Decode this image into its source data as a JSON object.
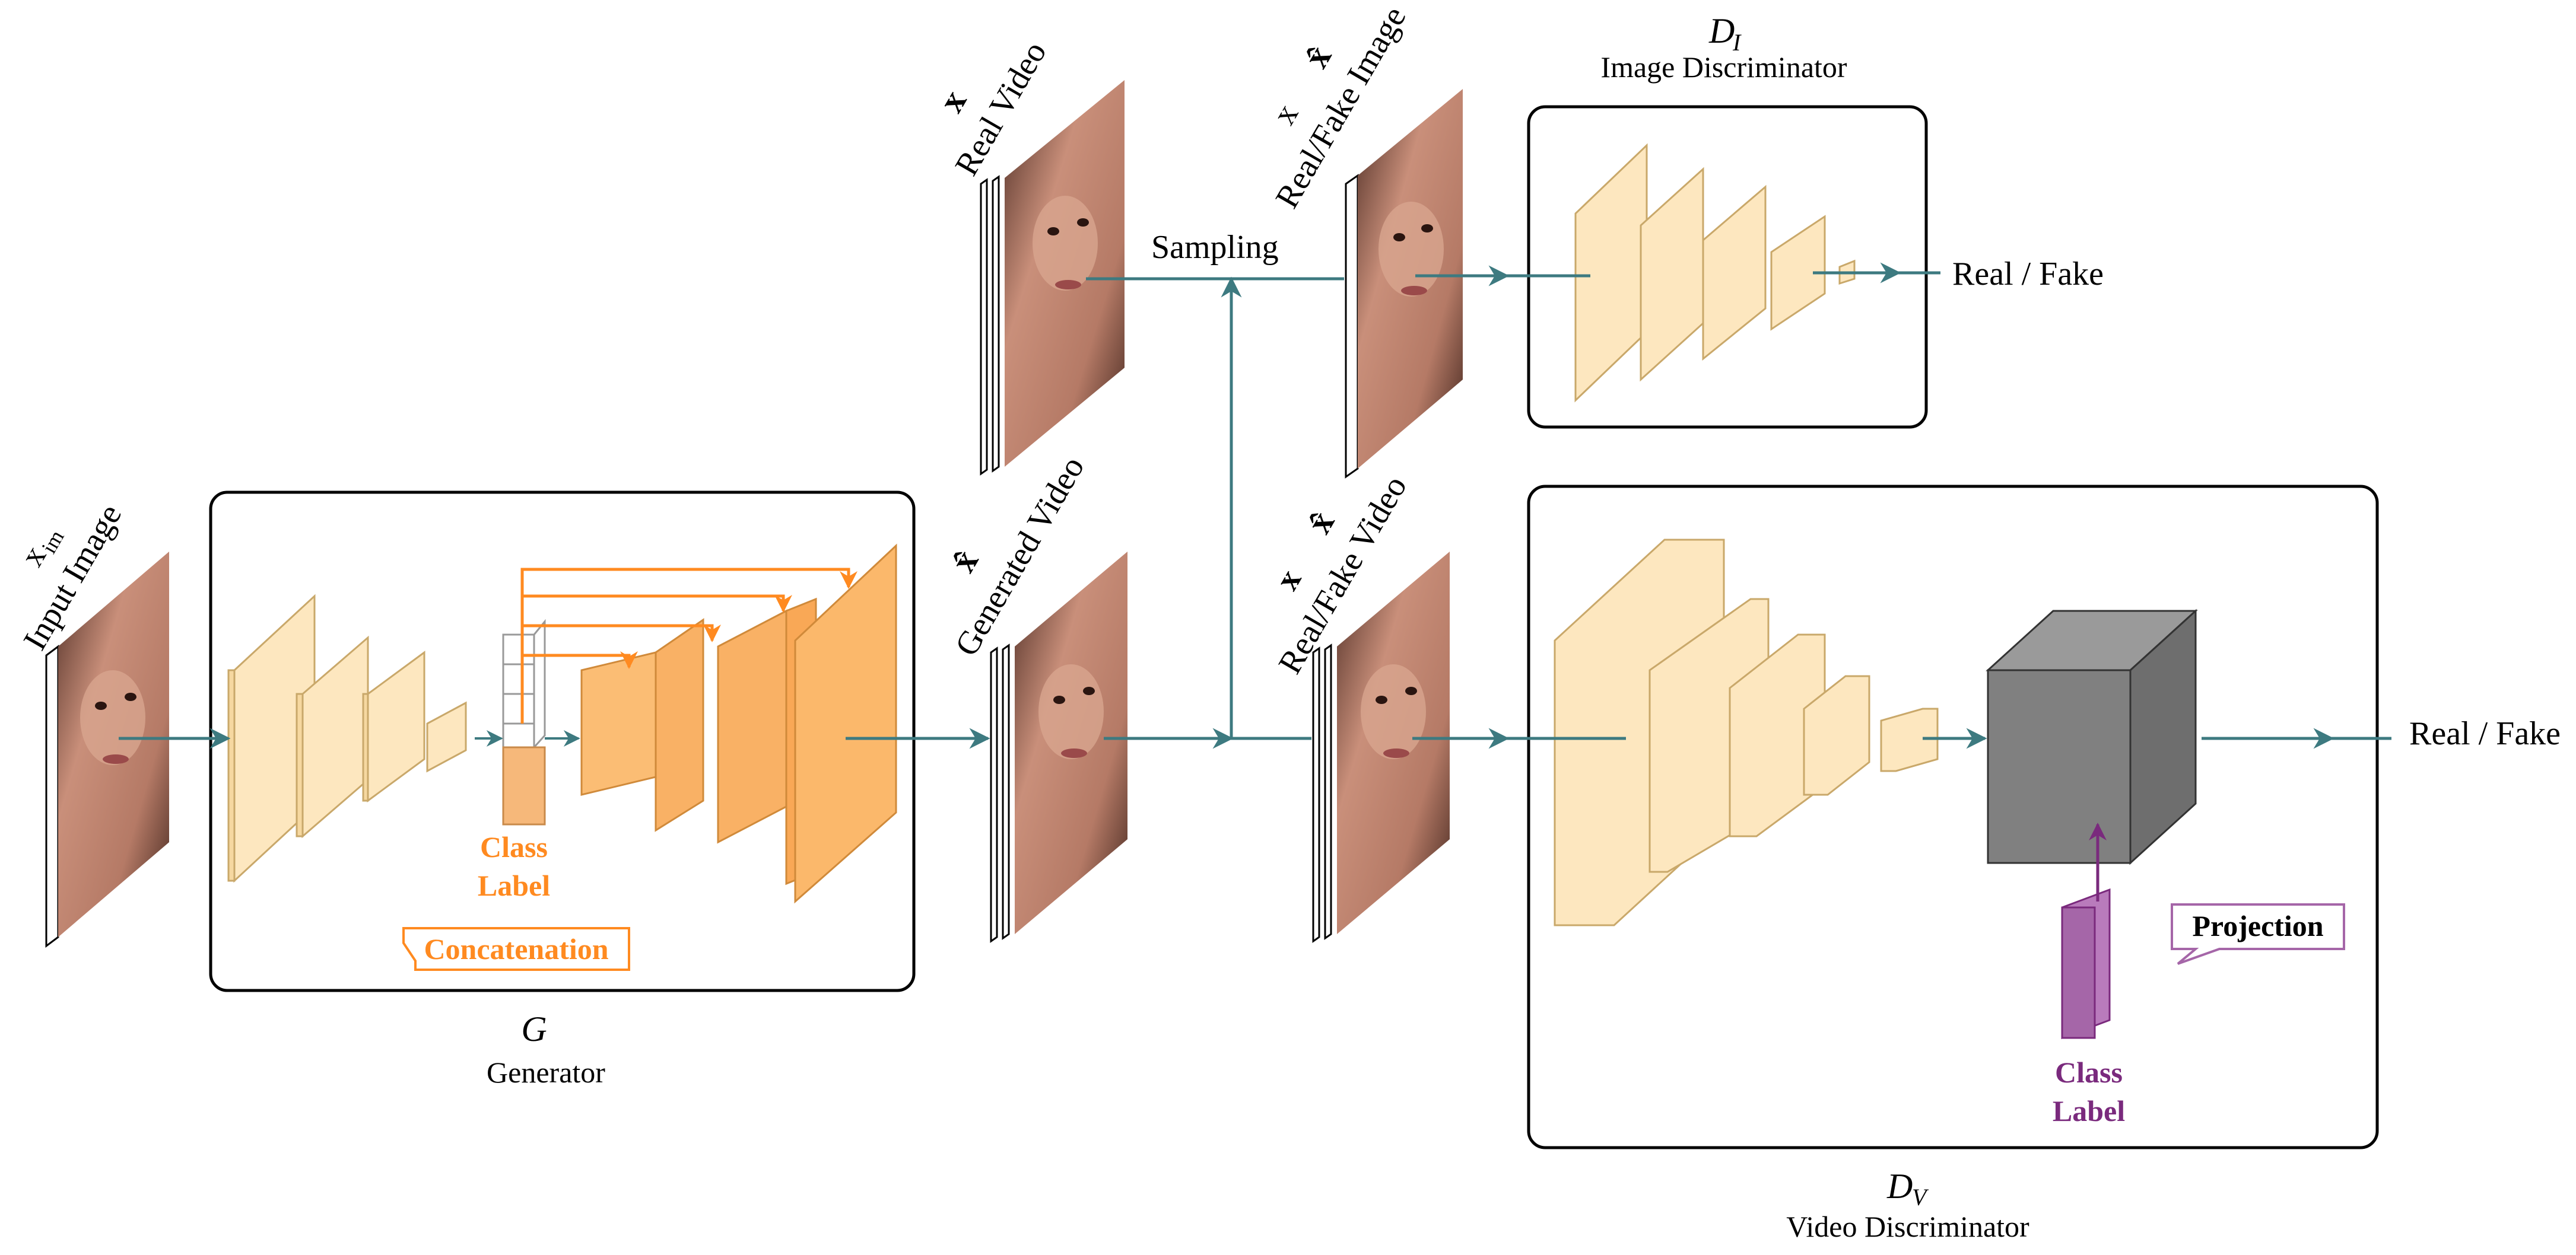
{
  "generator": {
    "symbol": "G",
    "name": "Generator"
  },
  "image_discriminator": {
    "symbol": "D",
    "subscript": "I",
    "name": "Image Discriminator",
    "output": "Real / Fake"
  },
  "video_discriminator": {
    "symbol": "D",
    "subscript": "V",
    "name": "Video Discriminator",
    "output": "Real / Fake"
  },
  "input_image": {
    "label": "Input Image",
    "symbol": "x",
    "subscript": "im"
  },
  "generated_video": {
    "label": "Generated Video",
    "symbol": "x̂"
  },
  "real_video": {
    "label": "Real Video",
    "symbol": "x"
  },
  "real_fake_image": {
    "label": "Real/Fake Image",
    "symbol_real": "x",
    "symbol_fake": "x̂"
  },
  "real_fake_video": {
    "label": "Real/Fake Video",
    "symbol_real": "x",
    "symbol_fake": "x̂"
  },
  "sampling": "Sampling",
  "gen_class_label": {
    "line1": "Class",
    "line2": "Label"
  },
  "concatenation": "Concatenation",
  "projection": "Projection",
  "vd_class_label": {
    "line1": "Class",
    "line2": "Label"
  },
  "colors": {
    "arrow": "#3d7a80",
    "layer_light": "#fde7bf",
    "layer_orange": "#fbb86b",
    "concat_arrow": "#ff8a20",
    "purple": "#7a2a7d",
    "purple_fill": "#a566a8",
    "cube_gray": "#7d7d7d"
  }
}
